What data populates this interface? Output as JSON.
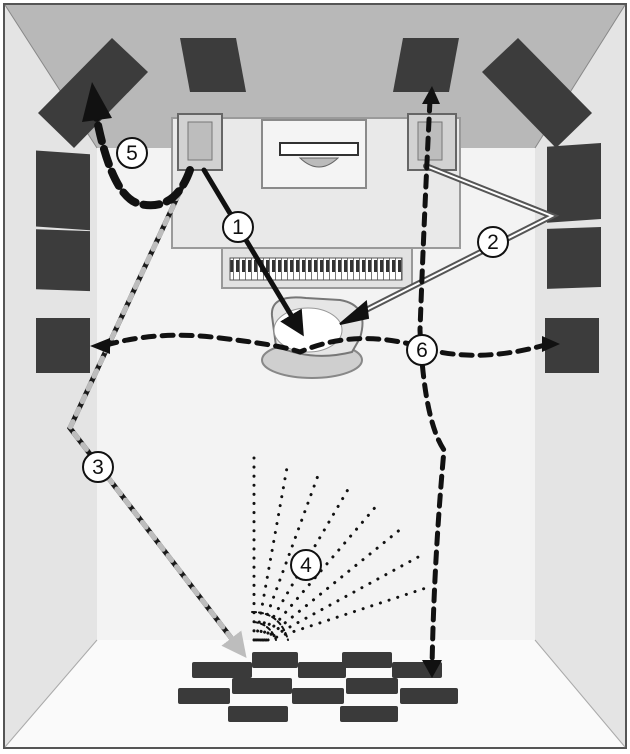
{
  "diagram": {
    "colors": {
      "wall_top": "#b8b8b8",
      "wall_side": "#e4e4e4",
      "floor": "#f3f3f3",
      "panel": "#3c3c3c",
      "path": "#111111",
      "path_light": "#bdbdbd"
    },
    "markers": [
      {
        "id": "reflection-1",
        "label": "1"
      },
      {
        "id": "reflection-2",
        "label": "2"
      },
      {
        "id": "reflection-3",
        "label": "3"
      },
      {
        "id": "reflection-4",
        "label": "4"
      },
      {
        "id": "reflection-5",
        "label": "5"
      },
      {
        "id": "reflection-6",
        "label": "6"
      }
    ]
  }
}
